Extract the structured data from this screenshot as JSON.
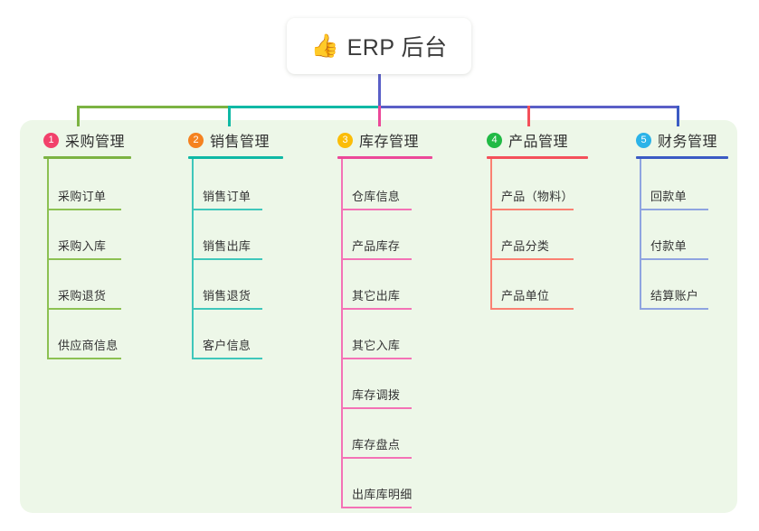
{
  "title": {
    "icon": "thumbs-up-icon",
    "emoji": "👍",
    "text": "ERP 后台"
  },
  "theme": {
    "page_background": "#ffffff",
    "panel_background": "#edf7e8",
    "card_background": "#ffffff",
    "title_color": "#3a3a3a",
    "label_color": "#333333"
  },
  "connector": {
    "trunk_color": "#5a5fc7",
    "segments": [
      {
        "name": "green-segment",
        "color": "#7cb342"
      },
      {
        "name": "teal-segment",
        "color": "#0fb9a5"
      },
      {
        "name": "blue-segment",
        "color": "#5a5fc7"
      }
    ]
  },
  "columns": [
    {
      "number": "1",
      "title": "采购管理",
      "badge_color": "#f2416b",
      "rule_color": "#7cb342",
      "line_color": "#8cc152",
      "items": [
        "采购订单",
        "采购入库",
        "采购退货",
        "供应商信息"
      ]
    },
    {
      "number": "2",
      "title": "销售管理",
      "badge_color": "#f58220",
      "rule_color": "#0fb9a5",
      "line_color": "#3fc7bb",
      "items": [
        "销售订单",
        "销售出库",
        "销售退货",
        "客户信息"
      ]
    },
    {
      "number": "3",
      "title": "库存管理",
      "badge_color": "#fbbd08",
      "rule_color": "#ec4899",
      "line_color": "#f472b6",
      "items": [
        "仓库信息",
        "产品库存",
        "其它出库",
        "其它入库",
        "库存调拨",
        "库存盘点",
        "出库库明细"
      ]
    },
    {
      "number": "4",
      "title": "产品管理",
      "badge_color": "#21ba45",
      "rule_color": "#f4505a",
      "line_color": "#fa8072",
      "items": [
        "产品（物料）",
        "产品分类",
        "产品单位"
      ]
    },
    {
      "number": "5",
      "title": "财务管理",
      "badge_color": "#2bb3e8",
      "rule_color": "#3b5bc4",
      "line_color": "#8fa4e0",
      "items": [
        "回款单",
        "付款单",
        "结算账户"
      ]
    }
  ]
}
